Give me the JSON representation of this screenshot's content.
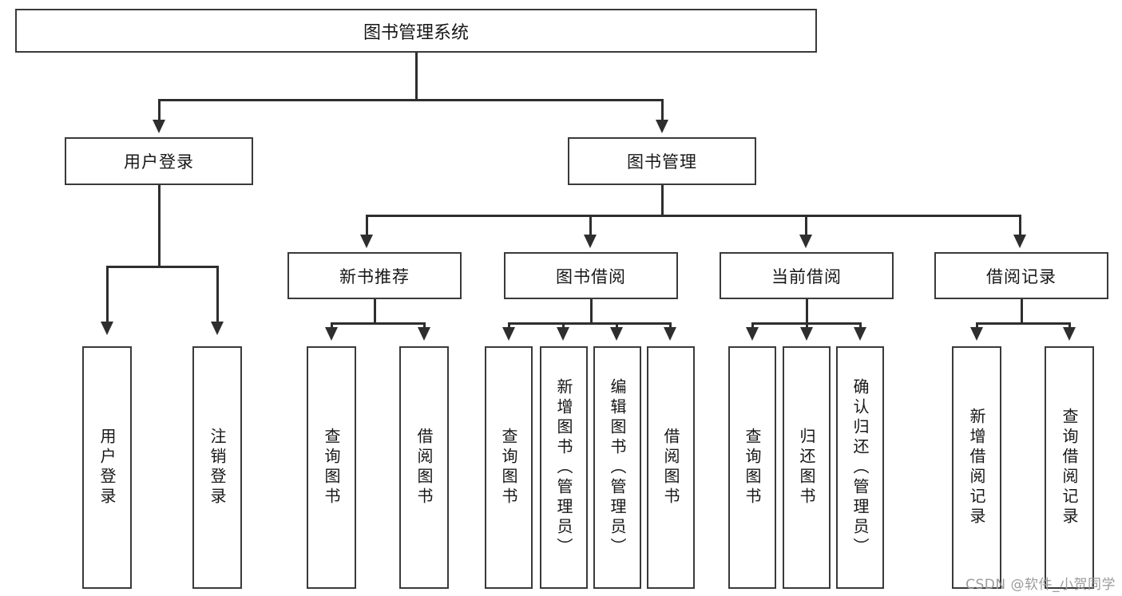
{
  "diagram": {
    "title": "图书管理系统",
    "type": "hierarchy-tree",
    "root": {
      "label": "图书管理系统"
    },
    "level2": [
      {
        "label": "用户登录"
      },
      {
        "label": "图书管理"
      }
    ],
    "level3": [
      {
        "label": "新书推荐"
      },
      {
        "label": "图书借阅"
      },
      {
        "label": "当前借阅"
      },
      {
        "label": "借阅记录"
      }
    ],
    "leaves": {
      "user_login": [
        {
          "label": "用户登录"
        },
        {
          "label": "注销登录"
        }
      ],
      "new_book_recommend": [
        {
          "label": "查询图书"
        },
        {
          "label": "借阅图书"
        }
      ],
      "book_borrow": [
        {
          "label": "查询图书"
        },
        {
          "label": "新增图书（管理员）"
        },
        {
          "label": "编辑图书（管理员）"
        },
        {
          "label": "借阅图书"
        }
      ],
      "current_borrow": [
        {
          "label": "查询图书"
        },
        {
          "label": "归还图书"
        },
        {
          "label": "确认归还（管理员）"
        }
      ],
      "borrow_record": [
        {
          "label": "新增借阅记录"
        },
        {
          "label": "查询借阅记录"
        }
      ]
    }
  },
  "watermark": {
    "text": "CSDN @软件_小贺同学"
  },
  "colors": {
    "box_border": "#3a3a3a",
    "line": "#2e2e2e",
    "text": "#171717",
    "background": "#ffffff",
    "watermark": "#9b9b9b"
  }
}
